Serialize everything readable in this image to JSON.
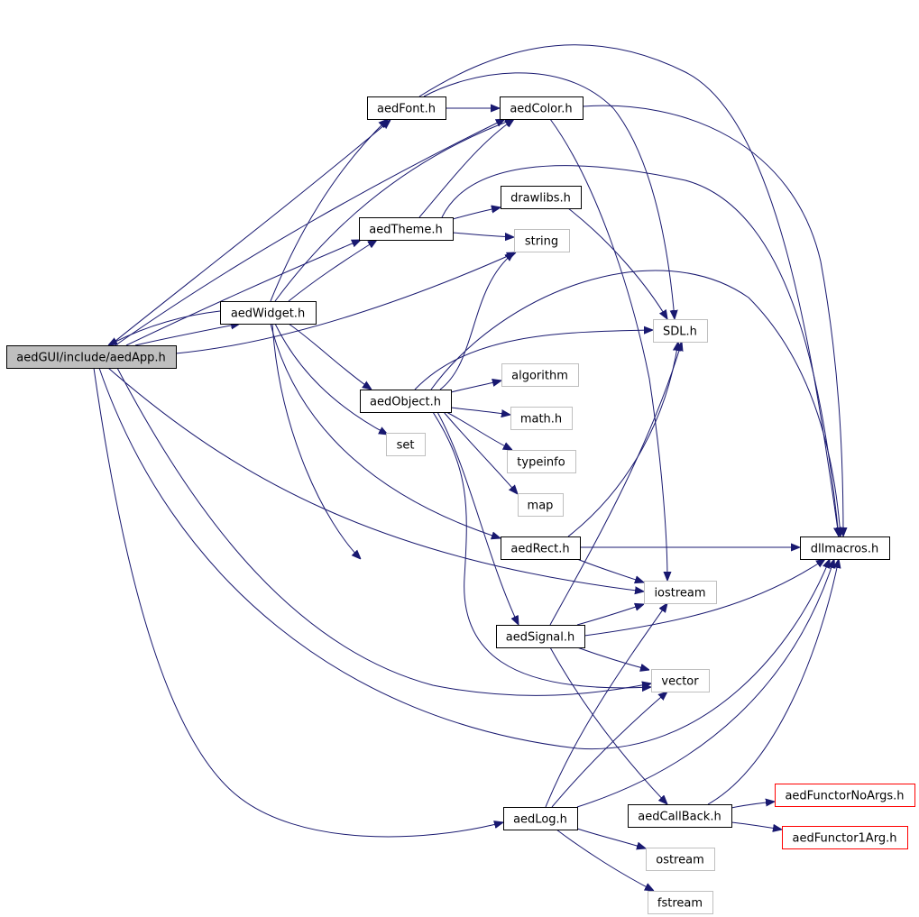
{
  "diagram": {
    "type": "include-dependency-graph",
    "edge_color": "#191970",
    "styles": {
      "root": {
        "fill": "#bfbfbf",
        "stroke": "#000000"
      },
      "documented": {
        "fill": "#ffffff",
        "stroke": "#000000"
      },
      "system": {
        "fill": "#ffffff",
        "stroke": "#bfbfbf"
      },
      "undocumented": {
        "fill": "#ffffff",
        "stroke": "#ff0000"
      }
    },
    "nodes": [
      {
        "id": "aedApp",
        "label": "aedGUI/include/aedApp.h",
        "style": "root"
      },
      {
        "id": "aedWidget",
        "label": "aedWidget.h",
        "style": "documented"
      },
      {
        "id": "aedFont",
        "label": "aedFont.h",
        "style": "documented"
      },
      {
        "id": "aedColor",
        "label": "aedColor.h",
        "style": "documented"
      },
      {
        "id": "aedTheme",
        "label": "aedTheme.h",
        "style": "documented"
      },
      {
        "id": "drawlibs",
        "label": "drawlibs.h",
        "style": "documented"
      },
      {
        "id": "string",
        "label": "string",
        "style": "system"
      },
      {
        "id": "SDL",
        "label": "SDL.h",
        "style": "system"
      },
      {
        "id": "aedObject",
        "label": "aedObject.h",
        "style": "documented"
      },
      {
        "id": "algorithm",
        "label": "algorithm",
        "style": "system"
      },
      {
        "id": "math",
        "label": "math.h",
        "style": "system"
      },
      {
        "id": "set",
        "label": "set",
        "style": "system"
      },
      {
        "id": "typeinfo",
        "label": "typeinfo",
        "style": "system"
      },
      {
        "id": "map",
        "label": "map",
        "style": "system"
      },
      {
        "id": "aedRect",
        "label": "aedRect.h",
        "style": "documented"
      },
      {
        "id": "dllmacros",
        "label": "dllmacros.h",
        "style": "documented"
      },
      {
        "id": "iostream",
        "label": "iostream",
        "style": "system"
      },
      {
        "id": "aedSignal",
        "label": "aedSignal.h",
        "style": "documented"
      },
      {
        "id": "vector",
        "label": "vector",
        "style": "system"
      },
      {
        "id": "aedLog",
        "label": "aedLog.h",
        "style": "documented"
      },
      {
        "id": "aedCallBack",
        "label": "aedCallBack.h",
        "style": "documented"
      },
      {
        "id": "aedFunctorNoArgs",
        "label": "aedFunctorNoArgs.h",
        "style": "undocumented"
      },
      {
        "id": "aedFunctor1Arg",
        "label": "aedFunctor1Arg.h",
        "style": "undocumented"
      },
      {
        "id": "ostream",
        "label": "ostream",
        "style": "system"
      },
      {
        "id": "fstream",
        "label": "fstream",
        "style": "system"
      }
    ],
    "edges": [
      {
        "from": "aedApp",
        "to": "aedWidget"
      },
      {
        "from": "aedApp",
        "to": "aedFont"
      },
      {
        "from": "aedApp",
        "to": "aedColor"
      },
      {
        "from": "aedApp",
        "to": "aedTheme"
      },
      {
        "from": "aedApp",
        "to": "string"
      },
      {
        "from": "aedApp",
        "to": "iostream"
      },
      {
        "from": "aedApp",
        "to": "vector"
      },
      {
        "from": "aedApp",
        "to": "dllmacros"
      },
      {
        "from": "aedApp",
        "to": "aedLog"
      },
      {
        "from": "aedWidget",
        "to": "aedApp"
      },
      {
        "from": "aedWidget",
        "to": "aedFont"
      },
      {
        "from": "aedWidget",
        "to": "aedColor"
      },
      {
        "from": "aedWidget",
        "to": "aedTheme"
      },
      {
        "from": "aedWidget",
        "to": "aedObject"
      },
      {
        "from": "aedWidget",
        "to": "set"
      },
      {
        "from": "aedWidget",
        "to": "aedRect"
      },
      {
        "from": "aedWidget",
        "to": "aedSignal"
      },
      {
        "from": "aedFont",
        "to": "aedColor"
      },
      {
        "from": "aedFont",
        "to": "SDL"
      },
      {
        "from": "aedFont",
        "to": "dllmacros"
      },
      {
        "from": "aedColor",
        "to": "dllmacros"
      },
      {
        "from": "aedColor",
        "to": "iostream"
      },
      {
        "from": "aedTheme",
        "to": "aedColor"
      },
      {
        "from": "aedTheme",
        "to": "drawlibs"
      },
      {
        "from": "aedTheme",
        "to": "string"
      },
      {
        "from": "aedTheme",
        "to": "dllmacros"
      },
      {
        "from": "drawlibs",
        "to": "SDL"
      },
      {
        "from": "aedObject",
        "to": "string"
      },
      {
        "from": "aedObject",
        "to": "SDL"
      },
      {
        "from": "aedObject",
        "to": "dllmacros"
      },
      {
        "from": "aedObject",
        "to": "algorithm"
      },
      {
        "from": "aedObject",
        "to": "math"
      },
      {
        "from": "aedObject",
        "to": "typeinfo"
      },
      {
        "from": "aedObject",
        "to": "map"
      },
      {
        "from": "aedObject",
        "to": "aedSignal"
      },
      {
        "from": "aedObject",
        "to": "vector"
      },
      {
        "from": "aedRect",
        "to": "SDL"
      },
      {
        "from": "aedRect",
        "to": "dllmacros"
      },
      {
        "from": "aedRect",
        "to": "iostream"
      },
      {
        "from": "aedSignal",
        "to": "SDL"
      },
      {
        "from": "aedSignal",
        "to": "iostream"
      },
      {
        "from": "aedSignal",
        "to": "dllmacros"
      },
      {
        "from": "aedSignal",
        "to": "vector"
      },
      {
        "from": "aedSignal",
        "to": "aedCallBack"
      },
      {
        "from": "aedLog",
        "to": "iostream"
      },
      {
        "from": "aedLog",
        "to": "vector"
      },
      {
        "from": "aedLog",
        "to": "dllmacros"
      },
      {
        "from": "aedLog",
        "to": "ostream"
      },
      {
        "from": "aedLog",
        "to": "fstream"
      },
      {
        "from": "aedCallBack",
        "to": "dllmacros"
      },
      {
        "from": "aedCallBack",
        "to": "aedFunctorNoArgs"
      },
      {
        "from": "aedCallBack",
        "to": "aedFunctor1Arg"
      }
    ]
  }
}
